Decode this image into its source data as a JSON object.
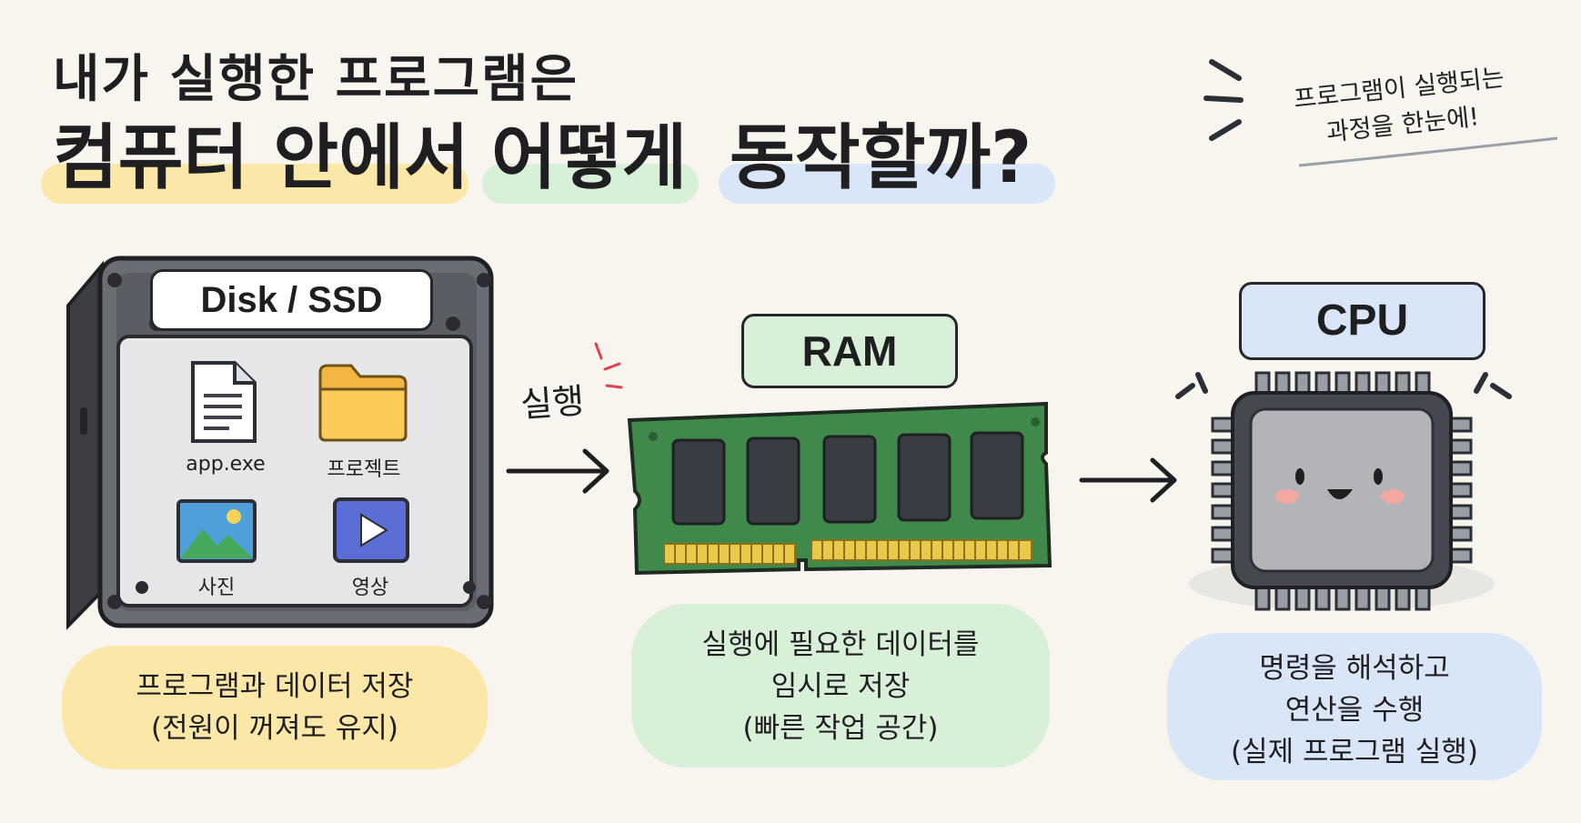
{
  "title": {
    "line1": "내가 실행한 프로그램은",
    "line2_parts": [
      "컴퓨터 안에서",
      "어떻게",
      "동작할까?"
    ]
  },
  "note": {
    "line1": "프로그램이 실행되는",
    "line2": "과정을 한눈에!"
  },
  "disk": {
    "label": "Disk / SSD",
    "files": [
      "app.exe",
      "프로젝트",
      "사진",
      "영상"
    ],
    "desc_line1": "프로그램과 데이터 저장",
    "desc_line2": "(전원이 꺼져도 유지)"
  },
  "arrow1_label": "실행",
  "ram": {
    "label": "RAM",
    "desc_line1": "실행에 필요한 데이터를",
    "desc_line2": "임시로 저장",
    "desc_line3": "(빠른 작업 공간)"
  },
  "cpu": {
    "label": "CPU",
    "desc_line1": "명령을 해석하고",
    "desc_line2": "연산을 수행",
    "desc_line3": "(실제 프로그램 실행)"
  },
  "colors": {
    "yellow": "#fbe7a8",
    "green": "#d9f0d8",
    "blue": "#d9e6f8",
    "pcb": "#3f8a4a",
    "gold": "#e9c84a"
  }
}
